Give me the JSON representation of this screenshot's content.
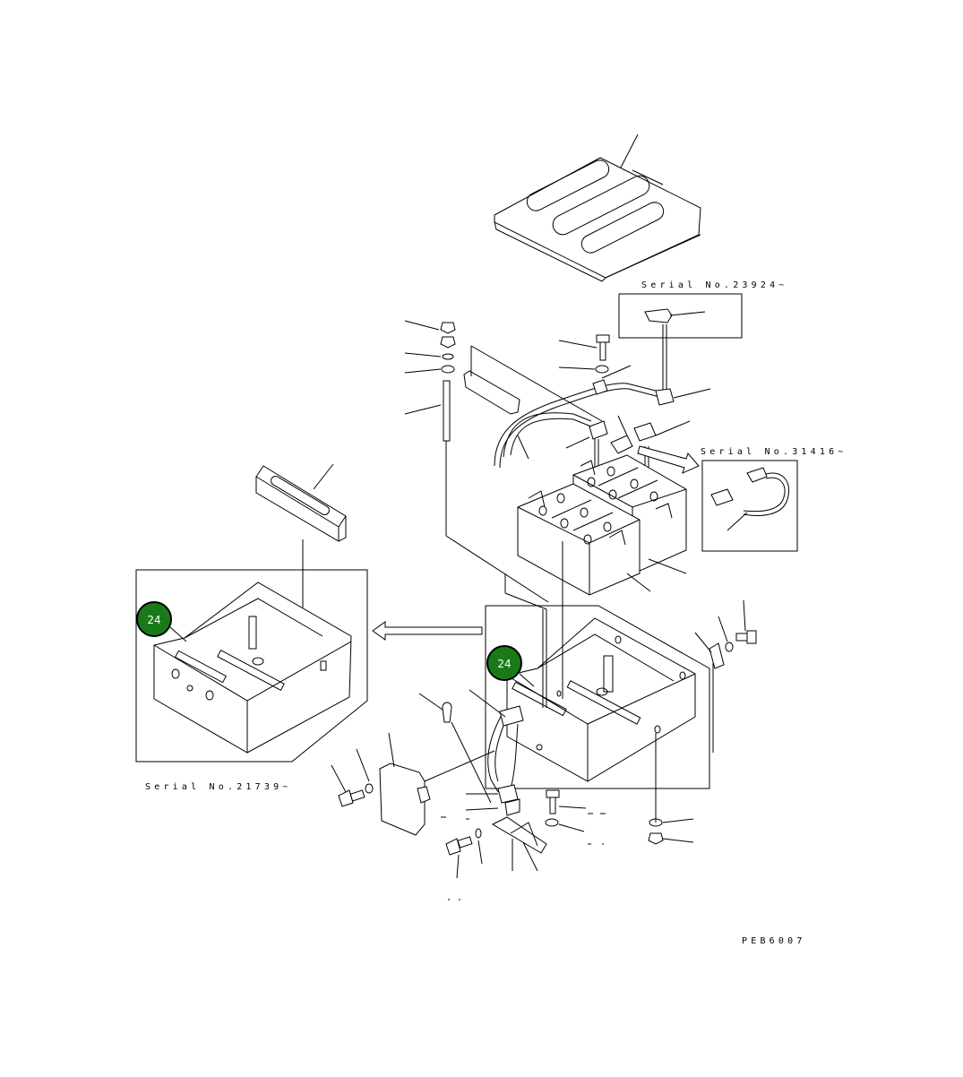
{
  "labels": {
    "serial_top": "Serial No.23924~",
    "serial_right": "Serial No.31416~",
    "serial_left": "Serial No.21739~",
    "drawing_code": "PEB6007"
  },
  "callouts": [
    {
      "text": "24",
      "color": "#1a7a1a"
    },
    {
      "text": "24",
      "color": "#1a7a1a"
    }
  ],
  "colors": {
    "line": "#000000",
    "callout": "#1a7a1a"
  }
}
